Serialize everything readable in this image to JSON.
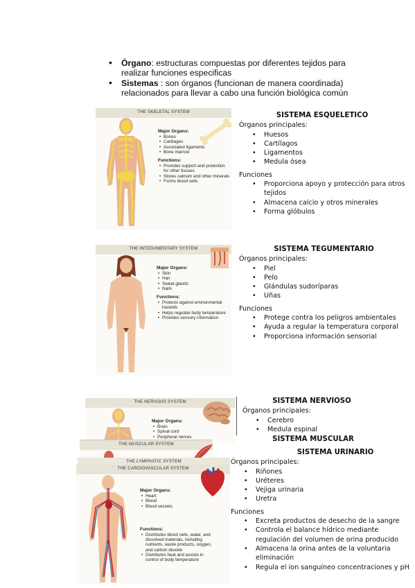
{
  "intro": {
    "organo_term": "Órgano",
    "organo_def": ": estructuras compuestas por diferentes tejidos para realizar funciones especificas",
    "sistemas_term": "Sistemas",
    "sistemas_def": " : son órganos (funcionan de manera coordinada) relacionados para llevar a cabo una función biológica común"
  },
  "skeletal": {
    "title": "SISTEMA ESQUELETICO",
    "organs_label": "Órganos principales:",
    "organs": [
      "Huesos",
      "Cartílagos",
      "Ligamentos",
      "Medula ósea"
    ],
    "functions_label": "Funciones",
    "functions": [
      "Proporciona apoyo y protección para otros tejidos",
      "Almacena calcio y otros minerales",
      "Forma glóbulos"
    ],
    "figure": {
      "band": "THE SKELETAL SYSTEM",
      "organs_head": "Major Organs:",
      "organs": [
        "Bones",
        "Cartilages",
        "Associated ligaments",
        "Bone marrow"
      ],
      "functions_head": "Functions:",
      "functions": [
        "Provides support and protection for other tissues",
        "Stores calcium and other minerals",
        "Forms blood cells"
      ]
    }
  },
  "integumentary": {
    "title": "SISTEMA TEGUMENTARIO",
    "organs_label": "Órganos principales:",
    "organs": [
      "Piel",
      "Pelo",
      "Glándulas sudoríparas",
      "Uñas"
    ],
    "functions_label": "Funciones",
    "functions": [
      "Protege contra los peligros ambientales",
      "Ayuda a regular la temperatura corporal",
      "Proporciona información sensorial"
    ],
    "figure": {
      "band": "THE INTEGUMENTARY SYSTEM",
      "organs_head": "Major Organs:",
      "organs": [
        "Skin",
        "Hair",
        "Sweat glands",
        "Nails"
      ],
      "functions_head": "Functions:",
      "functions": [
        "Protects against environmental hazards",
        "Helps regulate body temperature",
        "Provides sensory information"
      ]
    }
  },
  "nervous": {
    "title": "SISTEMA NERVIOSO",
    "organs_label": "Órganos principales:",
    "organs": [
      "Cerebro",
      "Medula espinal"
    ],
    "figure": {
      "band": "THE NERVOUS SYSTEM",
      "organs_head": "Major Organs:",
      "organs": [
        "Brain",
        "Spinal cord",
        "Peripheral nerves"
      ]
    }
  },
  "muscular": {
    "title": "SISTEMA MUSCULAR",
    "figure": {
      "band": "THE MUSCULAR SYSTEM"
    }
  },
  "lymphatic": {
    "figure": {
      "band": "THE LYMPHATIC SYSTEM"
    }
  },
  "urinary": {
    "title": "SISTEMA URINARIO",
    "organs_label": "Órganos principales:",
    "organs": [
      "Riñones",
      "Uréteres",
      "Vejiga urinaria",
      "Uretra"
    ],
    "functions_label": "Funciones",
    "functions": [
      "Excreta productos de desecho de la sangre",
      "Controla el balance hídrico mediante regulación del volumen de orina producido",
      "Almacena la orina antes de la voluntaria eliminación",
      "Regula el ion sanguíneo concentraciones y pH"
    ]
  },
  "cardiovascular": {
    "figure": {
      "band": "THE CARDIOVASCULAR SYSTEM",
      "organs_head": "Major Organs:",
      "organs": [
        "Heart",
        "Blood",
        "Blood vessels"
      ],
      "functions_head": "Functions:",
      "functions": [
        "Distributes blood cells, water, and dissolved materials, including nutrients, waste products, oxygen, and carbon dioxide",
        "Distributes heat and assists in control of body temperature"
      ]
    }
  },
  "colors": {
    "skin": "#e9b48e",
    "bone": "#f2d54b",
    "artery": "#c8262a",
    "vein": "#2b58a8",
    "band": "#e7e3d6"
  }
}
